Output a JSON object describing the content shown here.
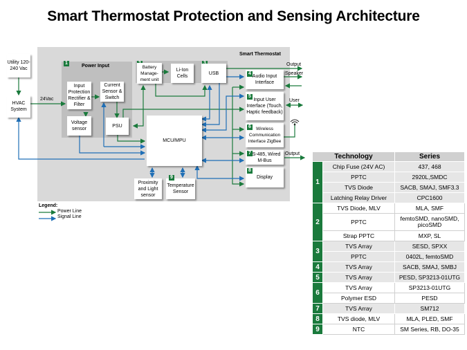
{
  "title": "Smart Thermostat Protection and Sensing Architecture",
  "colors": {
    "power_line": "#1a7a3c",
    "signal_line": "#1f6fb6",
    "badge": "#1a7a3c",
    "board": "#d9d9d9",
    "group": "#bfbfbf"
  },
  "diagram": {
    "board_label": "Smart Thermostat",
    "utility": "Utility 120-240 Vac",
    "hvac": "HVAC System",
    "vac24": "24Vac",
    "power_input": {
      "badge": "1",
      "label": "Power Input"
    },
    "input_protection": "Input Protection Rectifier & Filter",
    "current_sensor": "Current Sensor & Switch",
    "voltage_sensor": "Voltage sensor",
    "psu": "PSU",
    "battery": {
      "badge": "2",
      "label": "Battery Manage-ment unit"
    },
    "liion": "Li-Ion Cells",
    "usb": {
      "badge": "3",
      "label": "USB"
    },
    "audio": {
      "badge": "4",
      "label": "Audio Input Interface"
    },
    "user_if": {
      "badge": "5",
      "label": "Input User Interface (Touch, Haptic feedback)"
    },
    "wireless": {
      "badge": "6",
      "label": "Wireless Communication Interface ZigBee"
    },
    "rs485": {
      "badge": "7",
      "label": "RS-485, Wired M-Bus"
    },
    "display": {
      "badge": "8",
      "label": "Display"
    },
    "mcu": "MCU/MPU",
    "proximity": "Proximity and Light sensor",
    "temperature": {
      "badge": "9",
      "label": "Temperature Sensor"
    },
    "output_top": "Output",
    "speaker": "Speaker",
    "user": "User",
    "output_rs485": "Output"
  },
  "legend": {
    "title": "Legend:",
    "power": "Power Line",
    "signal": "Signal Line"
  },
  "table": {
    "headers": [
      "Technology",
      "Series"
    ],
    "groups": [
      {
        "num": "1",
        "rows": [
          [
            "Chip Fuse (24V AC)",
            "437, 468"
          ],
          [
            "PPTC",
            "2920L,SMDC"
          ],
          [
            "TVS Diode",
            "SACB, SMAJ, SMF3.3"
          ],
          [
            "Latching Relay Driver",
            "CPC1600"
          ]
        ]
      },
      {
        "num": "2",
        "rows": [
          [
            "TVS Diode, MLV",
            "MLA, SMF"
          ],
          [
            "PPTC",
            "femtoSMD, nanoSMD, picoSMD"
          ],
          [
            "Strap PPTC",
            "MXP, SL"
          ]
        ]
      },
      {
        "num": "3",
        "rows": [
          [
            "TVS Array",
            "SESD, SPXX"
          ],
          [
            "PPTC",
            "0402L, femtoSMD"
          ]
        ]
      },
      {
        "num": "4",
        "rows": [
          [
            "TVS Array",
            "SACB, SMAJ, SMBJ"
          ]
        ]
      },
      {
        "num": "5",
        "rows": [
          [
            "TVS Array",
            "PESD, SP3213-01UTG"
          ]
        ]
      },
      {
        "num": "6",
        "rows": [
          [
            "TVS Array",
            "SP3213-01UTG"
          ],
          [
            "Polymer ESD",
            "PESD"
          ]
        ]
      },
      {
        "num": "7",
        "rows": [
          [
            "TVS Array",
            "SM712"
          ]
        ]
      },
      {
        "num": "8",
        "rows": [
          [
            "TVS diode, MLV",
            "MLA, PLED, SMF"
          ]
        ]
      },
      {
        "num": "9",
        "rows": [
          [
            "NTC",
            "SM Series, RB, DO-35"
          ]
        ]
      }
    ]
  }
}
